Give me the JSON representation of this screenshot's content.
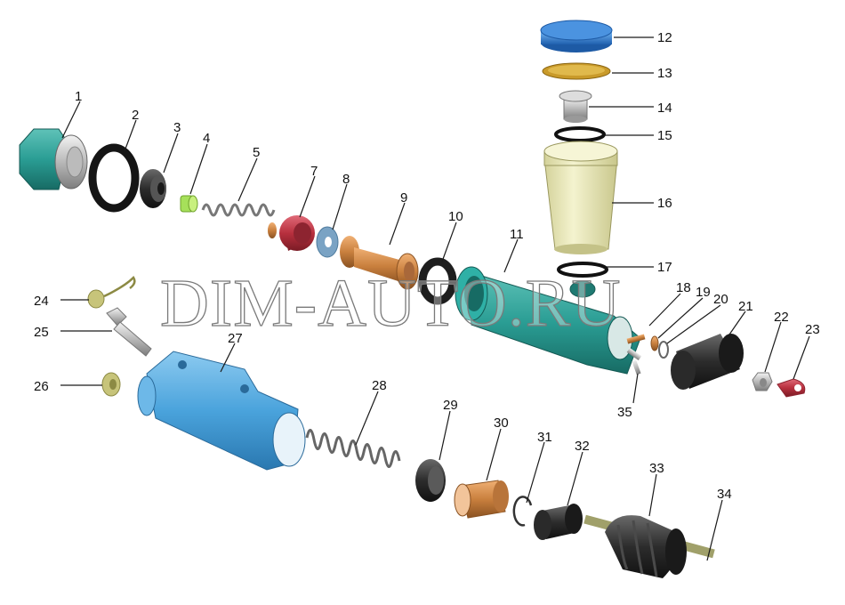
{
  "watermark": "DIM-AUTO.RU",
  "callouts": [
    "1",
    "2",
    "3",
    "4",
    "5",
    "7",
    "8",
    "9",
    "10",
    "11",
    "12",
    "13",
    "14",
    "15",
    "16",
    "17",
    "18",
    "19",
    "20",
    "21",
    "22",
    "23",
    "24",
    "25",
    "26",
    "27",
    "28",
    "29",
    "30",
    "31",
    "32",
    "33",
    "34",
    "35"
  ],
  "parts": {
    "p1": "nut",
    "p2": "gasket-ring",
    "p3": "seal",
    "p4": "bushing",
    "p5": "spring",
    "p7": "valve",
    "p8": "washer",
    "p9": "piston",
    "p10": "seal-ring",
    "p11": "master-cylinder-body",
    "p12": "reservoir-cap",
    "p13": "filter-mesh",
    "p14": "fitting",
    "p15": "o-ring",
    "p16": "reservoir",
    "p17": "o-ring",
    "p18": "pin",
    "p19": "washer",
    "p20": "ring",
    "p21": "boot",
    "p22": "nut",
    "p23": "terminal-ring",
    "p24": "bleeder-cap",
    "p25": "bleeder-valve",
    "p26": "nut",
    "p27": "slave-cylinder-body",
    "p28": "spring",
    "p29": "seal",
    "p30": "piston",
    "p31": "retaining-ring",
    "p32": "seal",
    "p33": "boot",
    "p34": "pushrod",
    "p35": "pin"
  },
  "colors": {
    "teal": "#2a9d94",
    "blue": "#4aa3dc",
    "cap_blue": "#2d76c9",
    "cream": "#eceab8",
    "copper": "#d08a4a",
    "red": "#b8303e",
    "dark": "#2a2a2a",
    "green": "#a6e05a"
  }
}
